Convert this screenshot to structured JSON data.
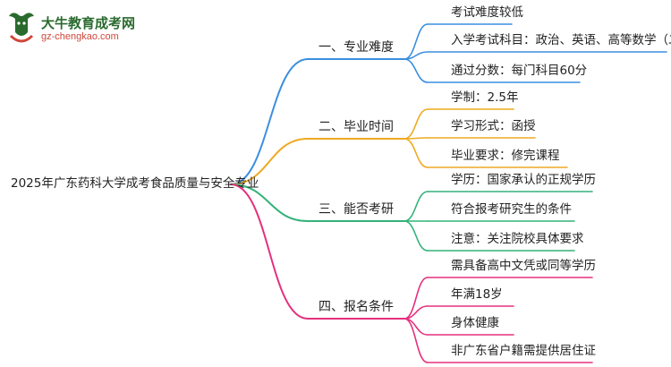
{
  "logo": {
    "name": "大牛教育成考网",
    "url": "gz-chengkao.com"
  },
  "root": "2025年广东药科大学成考食品质量与安全专业",
  "branches": [
    {
      "label": "一、专业难度",
      "color": "#3b8fe0",
      "children": [
        "考试难度较低",
        "入学考试科目：政治、英语、高等数学（二）",
        "通过分数：每门科目60分"
      ]
    },
    {
      "label": "二、毕业时间",
      "color": "#eeaa22",
      "children": [
        "学制：2.5年",
        "学习形式：函授",
        "毕业要求：修完课程"
      ]
    },
    {
      "label": "三、能否考研",
      "color": "#33b27a",
      "children": [
        "学历：国家承认的正规学历",
        "符合报考研究生的条件",
        "注意：关注院校具体要求"
      ]
    },
    {
      "label": "四、报名条件",
      "color": "#e5307e",
      "children": [
        "需具备高中文凭或同等学历",
        "年满18岁",
        "身体健康",
        "非广东省户籍需提供居住证"
      ]
    }
  ]
}
